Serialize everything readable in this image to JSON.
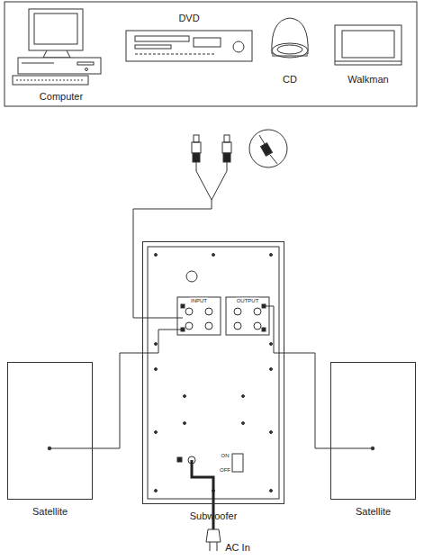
{
  "diagram": {
    "nodes": [
      {
        "text": [
          "Satellite"
        ]
      },
      {
        "text": [
          "Subwoofer"
        ]
      },
      {
        "text": [
          "Satellite"
        ]
      }
    ],
    "edges": [
      {
        "from": 1,
        "to": 0,
        "arrow": "none"
      },
      {
        "from": 1,
        "to": 2,
        "arrow": "none"
      }
    ],
    "labels": [
      "Computer",
      "DVD",
      "CD",
      "Walkman",
      "INPUT",
      "OUTPUT",
      "ON",
      "OFF",
      "AC In"
    ]
  }
}
